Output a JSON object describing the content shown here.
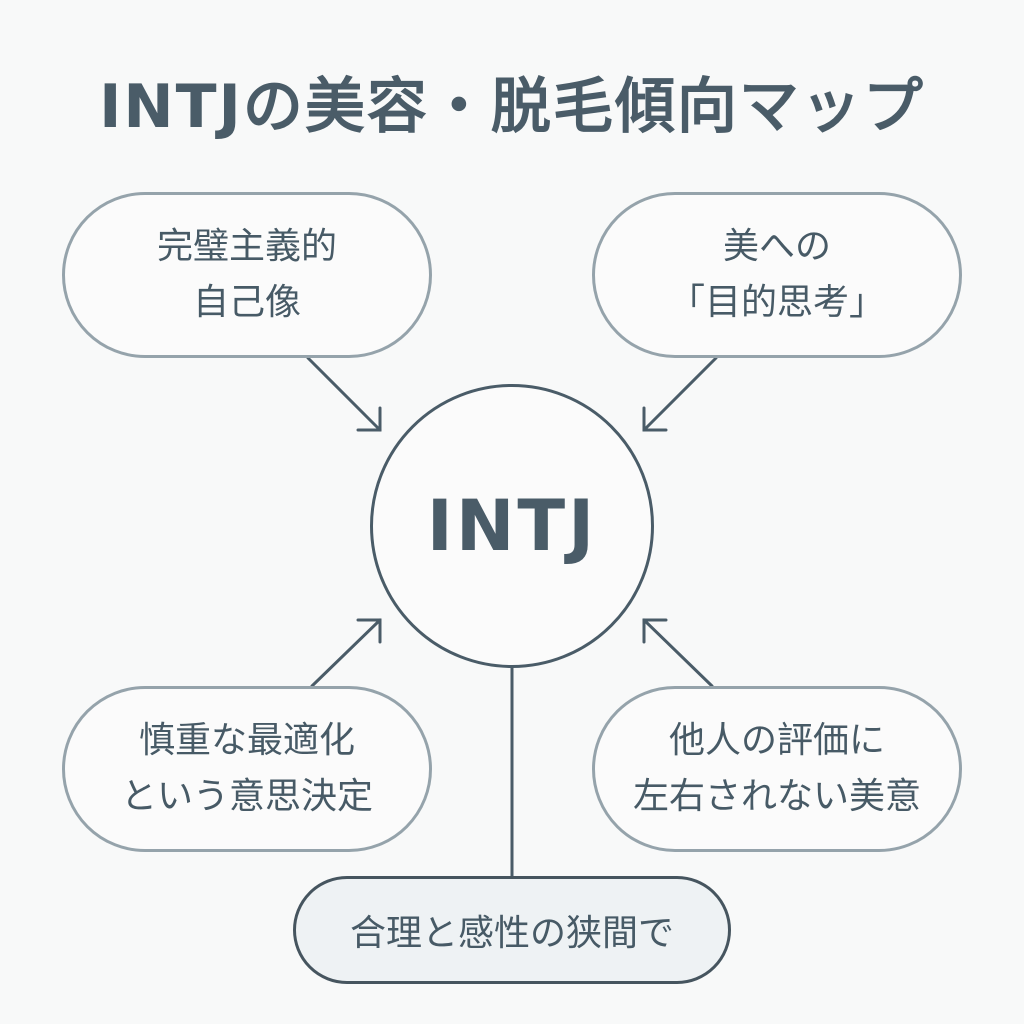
{
  "title": "INTJの美容・脱毛傾向マップ",
  "center": {
    "label": "INTJ"
  },
  "nodes": {
    "top_left": {
      "line1": "完璧主義的",
      "line2": "自己像"
    },
    "top_right": {
      "line1": "美への",
      "line2": "「目的思考」"
    },
    "bottom_left": {
      "line1": "慎重な最適化",
      "line2": "という意思決定"
    },
    "bottom_right": {
      "line1": "他人の評価に",
      "line2": "左右されない美意"
    }
  },
  "bottom": {
    "label": "合理と感性の狭間で"
  },
  "colors": {
    "stroke": "#4a5c68",
    "pill_border": "#95a3ab",
    "background": "#f8f9f9",
    "bottom_fill": "#eef2f4"
  }
}
